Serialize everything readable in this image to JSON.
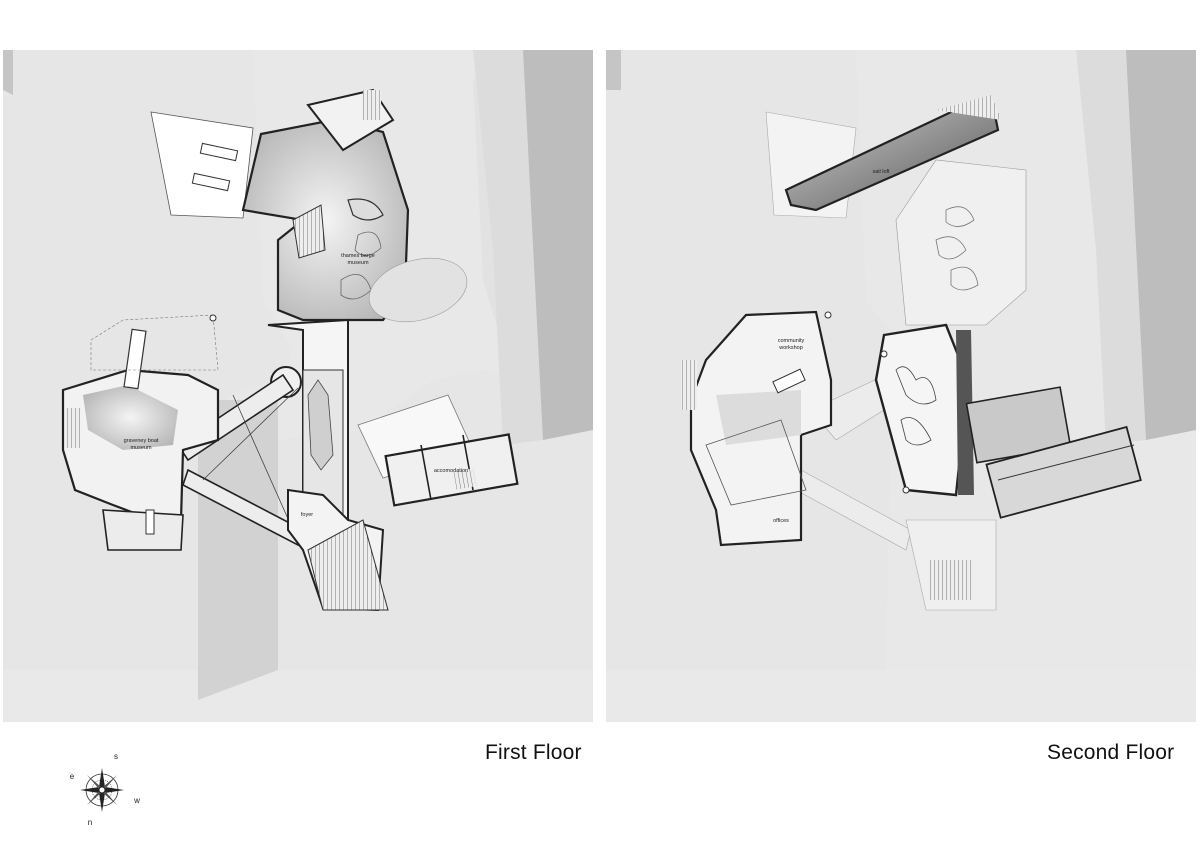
{
  "first_floor": {
    "title": "First Floor",
    "rooms": {
      "thames_barge_museum": [
        "thames barge",
        "museum"
      ],
      "graveney_boat_museum": [
        "graveney boat",
        "museum"
      ],
      "accomodation": "accomodation",
      "foyer": "foyer"
    }
  },
  "second_floor": {
    "title": "Second Floor",
    "rooms": {
      "sail_loft": "sail loft",
      "community_workshop": [
        "community",
        "workshop"
      ],
      "offices": "offices"
    }
  },
  "compass": {
    "s": "s",
    "e": "e",
    "w": "w",
    "n": "n"
  }
}
